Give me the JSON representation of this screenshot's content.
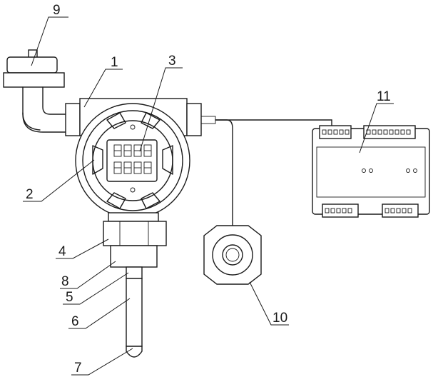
{
  "labels": {
    "l1": "1",
    "l2": "2",
    "l3": "3",
    "l4": "4",
    "l5": "5",
    "l6": "6",
    "l7": "7",
    "l8": "8",
    "l9": "9",
    "l10": "10",
    "l11": "11"
  },
  "line_color": "#1a1a1a",
  "background": "#ffffff"
}
